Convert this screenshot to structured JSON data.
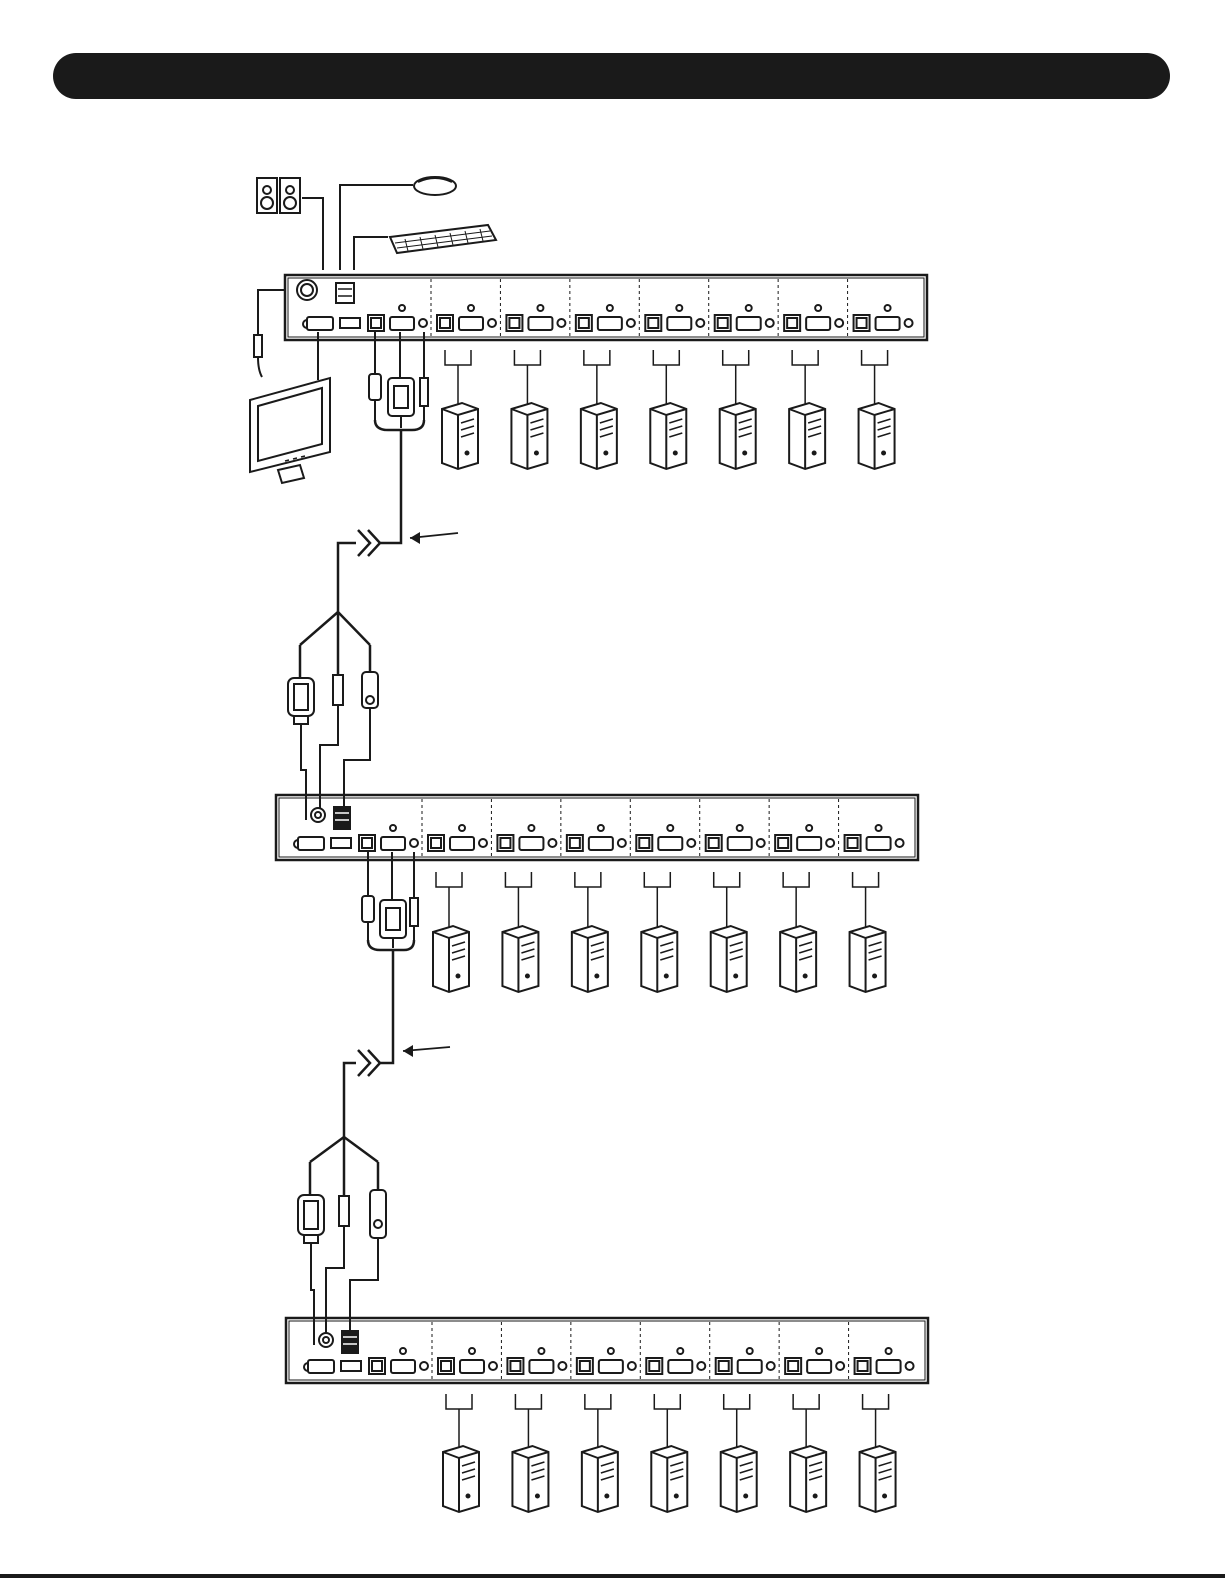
{
  "header": {
    "title": ""
  },
  "diagram": {
    "type": "kvm-cascade-connection",
    "switch_units": 3,
    "computer_ports_per_unit": 7,
    "colors": {
      "line": "#1a1a1a",
      "fill": "#ffffff",
      "header_bar": "#1a1a1a"
    },
    "icons": [
      "speaker-icon",
      "mouse-icon",
      "keyboard-icon",
      "monitor-icon",
      "audio-jack-icon",
      "cable-break-icon",
      "arrow-left-icon",
      "computer-tower-icon",
      "hdmi-connector-icon",
      "usb-connector-icon",
      "audio-plug-icon"
    ]
  }
}
